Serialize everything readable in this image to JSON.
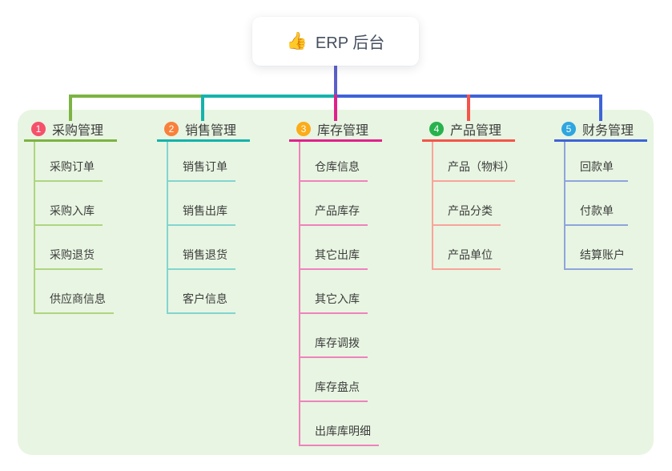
{
  "root": {
    "icon": "👍",
    "title": "ERP 后台"
  },
  "branches": [
    {
      "badge": "1",
      "label": "采购管理",
      "badge_color": "#f5516b",
      "line_color": "#7cb342",
      "light_color": "#aed581",
      "children": [
        "采购订单",
        "采购入库",
        "采购退货",
        "供应商信息"
      ]
    },
    {
      "badge": "2",
      "label": "销售管理",
      "badge_color": "#f9803b",
      "line_color": "#14b3ac",
      "light_color": "#82d5cf",
      "children": [
        "销售订单",
        "销售出库",
        "销售退货",
        "客户信息"
      ]
    },
    {
      "badge": "3",
      "label": "库存管理",
      "badge_color": "#fbac18",
      "line_color": "#e0218a",
      "light_color": "#ef82bd",
      "children": [
        "仓库信息",
        "产品库存",
        "其它出库",
        "其它入库",
        "库存调拨",
        "库存盘点",
        "出库库明细"
      ]
    },
    {
      "badge": "4",
      "label": "产品管理",
      "badge_color": "#27b24e",
      "line_color": "#f4544a",
      "light_color": "#f9a39b",
      "children": [
        "产品（物料）",
        "产品分类",
        "产品单位"
      ]
    },
    {
      "badge": "5",
      "label": "财务管理",
      "badge_color": "#2ea6e0",
      "line_color": "#3e63d8",
      "light_color": "#8ea4dc",
      "children": [
        "回款单",
        "付款单",
        "结算账户"
      ]
    }
  ],
  "colors": {
    "panel_bg": "#e8f5e2",
    "page_bg": "#ffffff",
    "root_line": "#5a60c8",
    "text": "#3d3d3d"
  }
}
